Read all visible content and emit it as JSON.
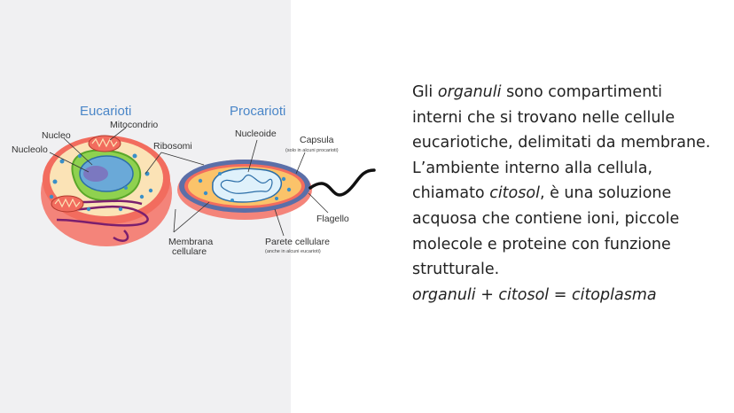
{
  "diagram": {
    "eukaryote_title": "Eucarioti",
    "prokaryote_title": "Procarioti",
    "labels": {
      "mitochondrion": "Mitocondrio",
      "nucleus": "Nucleo",
      "nucleolus": "Nucleolo",
      "ribosomes": "Ribosomi",
      "cell_membrane_line1": "Membrana",
      "cell_membrane_line2": "cellulare",
      "nucleoid": "Nucleoide",
      "capsule": "Capsula",
      "capsule_note": "(solo in alcuni procarioti)",
      "flagellum": "Flagello",
      "cell_wall": "Parete cellulare",
      "cell_wall_note": "(anche in alcuni eucarioti)"
    }
  },
  "text": {
    "p1_before": "Gli ",
    "p1_term": "organuli",
    "p1_after": " sono compartimenti interni che si trovano nelle cellule eucariotiche, delimitati da membrane.",
    "p2_before": "L’ambiente interno alla cellula, chiamato ",
    "p2_term": "citosol",
    "p2_after": ", è una soluzione acquosa che contiene ioni, piccole molecole e proteine con funzione strutturale.",
    "formula": "organuli + citosol = citoplasma"
  }
}
